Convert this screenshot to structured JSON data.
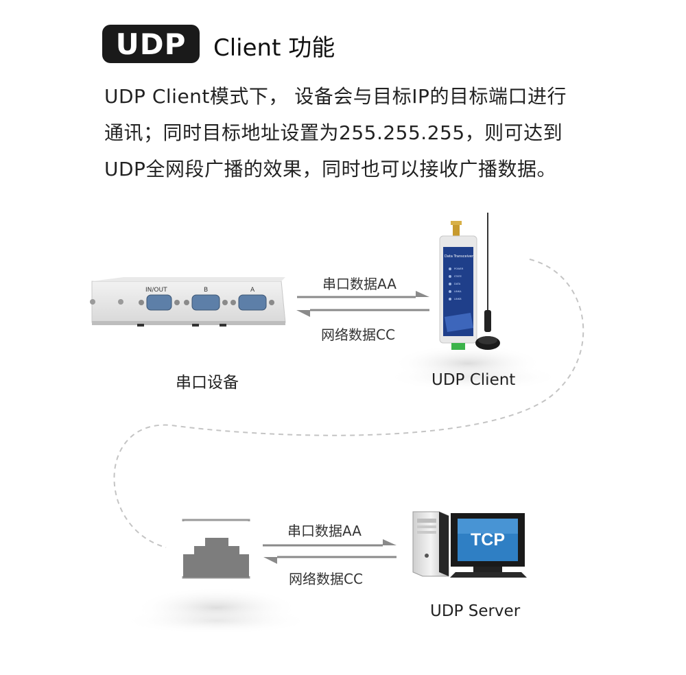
{
  "header": {
    "badge": "UDP",
    "title": "Client 功能"
  },
  "description": {
    "line1": "UDP Client模式下， 设备会与目标IP的目标端口进行",
    "line2": "通讯；同时目标地址设置为255.255.255，则可达到",
    "line3": "UDP全网段广播的效果，同时也可以接收广播数据。"
  },
  "top_section": {
    "serial_device_label": "串口设备",
    "ports": {
      "p1": "IN/OUT",
      "p2": "B",
      "p3": "A"
    },
    "arrow_forward_label": "串口数据AA",
    "arrow_back_label": "网络数据CC",
    "client_label": "UDP Client",
    "device_brand": "Data Transceiver",
    "leds": [
      "POWER",
      "STATE",
      "DATA",
      "LINKA",
      "LINKB"
    ]
  },
  "bottom_section": {
    "arrow_forward_label": "串口数据AA",
    "arrow_back_label": "网络数据CC",
    "server_label": "UDP Server",
    "monitor_text": "TCP"
  },
  "colors": {
    "badge_bg": "#1a1a1a",
    "arrow": "#8a8a8a",
    "device_blue": "#1f3f8a",
    "monitor_blue": "#2f7fc4",
    "ethernet_port": "#7d7d7d"
  }
}
